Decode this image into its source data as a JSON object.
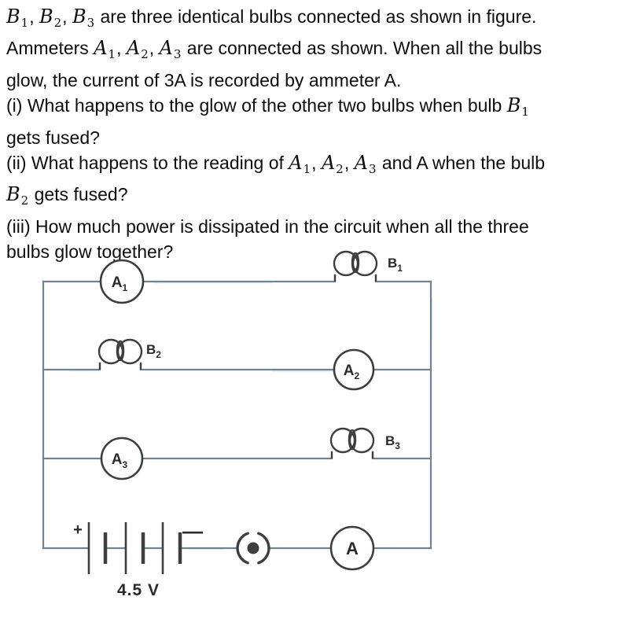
{
  "problem": {
    "lines": [
      [
        {
          "t": "B",
          "m": 1,
          "s": "1"
        },
        {
          "t": ", "
        },
        {
          "t": "B",
          "m": 1,
          "s": "2"
        },
        {
          "t": ", "
        },
        {
          "t": "B",
          "m": 1,
          "s": "3"
        },
        {
          "t": " are three identical bulbs connected as shown in figure."
        }
      ],
      [
        {
          "t": "Ammeters "
        },
        {
          "t": "A",
          "m": 1,
          "s": "1"
        },
        {
          "t": ", "
        },
        {
          "t": "A",
          "m": 1,
          "s": "2"
        },
        {
          "t": ", "
        },
        {
          "t": "A",
          "m": 1,
          "s": "3"
        },
        {
          "t": " are connected as shown. When all the bulbs"
        }
      ],
      [
        {
          "t": "glow, the current of 3A is recorded by ammeter A."
        }
      ],
      [
        {
          "t": "(i) What happens to the glow of the other two bulbs when bulb "
        },
        {
          "t": "B",
          "m": 1,
          "s": "1"
        }
      ],
      [
        {
          "t": "gets fused?"
        }
      ],
      [
        {
          "t": "(ii) What happens to the reading of "
        },
        {
          "t": "A",
          "m": 1,
          "s": "1"
        },
        {
          "t": ", "
        },
        {
          "t": "A",
          "m": 1,
          "s": "2"
        },
        {
          "t": ", "
        },
        {
          "t": "A",
          "m": 1,
          "s": "3"
        },
        {
          "t": " and A when the bulb"
        }
      ],
      [
        {
          "t": "B",
          "m": 1,
          "s": "2"
        },
        {
          "t": " gets fused?"
        }
      ],
      [
        {
          "t": "(iii) How much power is dissipated in the circuit when all the three"
        }
      ],
      [
        {
          "t": "bulbs glow together?"
        }
      ]
    ]
  },
  "diagram": {
    "ammeter_labels": [
      {
        "base": "A",
        "sub": "1"
      },
      {
        "base": "A",
        "sub": "2"
      },
      {
        "base": "A",
        "sub": "3"
      },
      {
        "base": "A",
        "sub": ""
      }
    ],
    "bulb_labels": [
      {
        "base": "B",
        "sub": "1"
      },
      {
        "base": "B",
        "sub": "2"
      },
      {
        "base": "B",
        "sub": "3"
      }
    ],
    "battery": {
      "voltage": "4.5 V",
      "plus": "+",
      "minus": "—"
    }
  },
  "colors": {
    "text": "#0d0d0d",
    "wire": "#71838f",
    "component": "#3e3e3e",
    "label": "#2b2b2b",
    "highlight": "#cfe6f2",
    "background": "#ffffff"
  }
}
